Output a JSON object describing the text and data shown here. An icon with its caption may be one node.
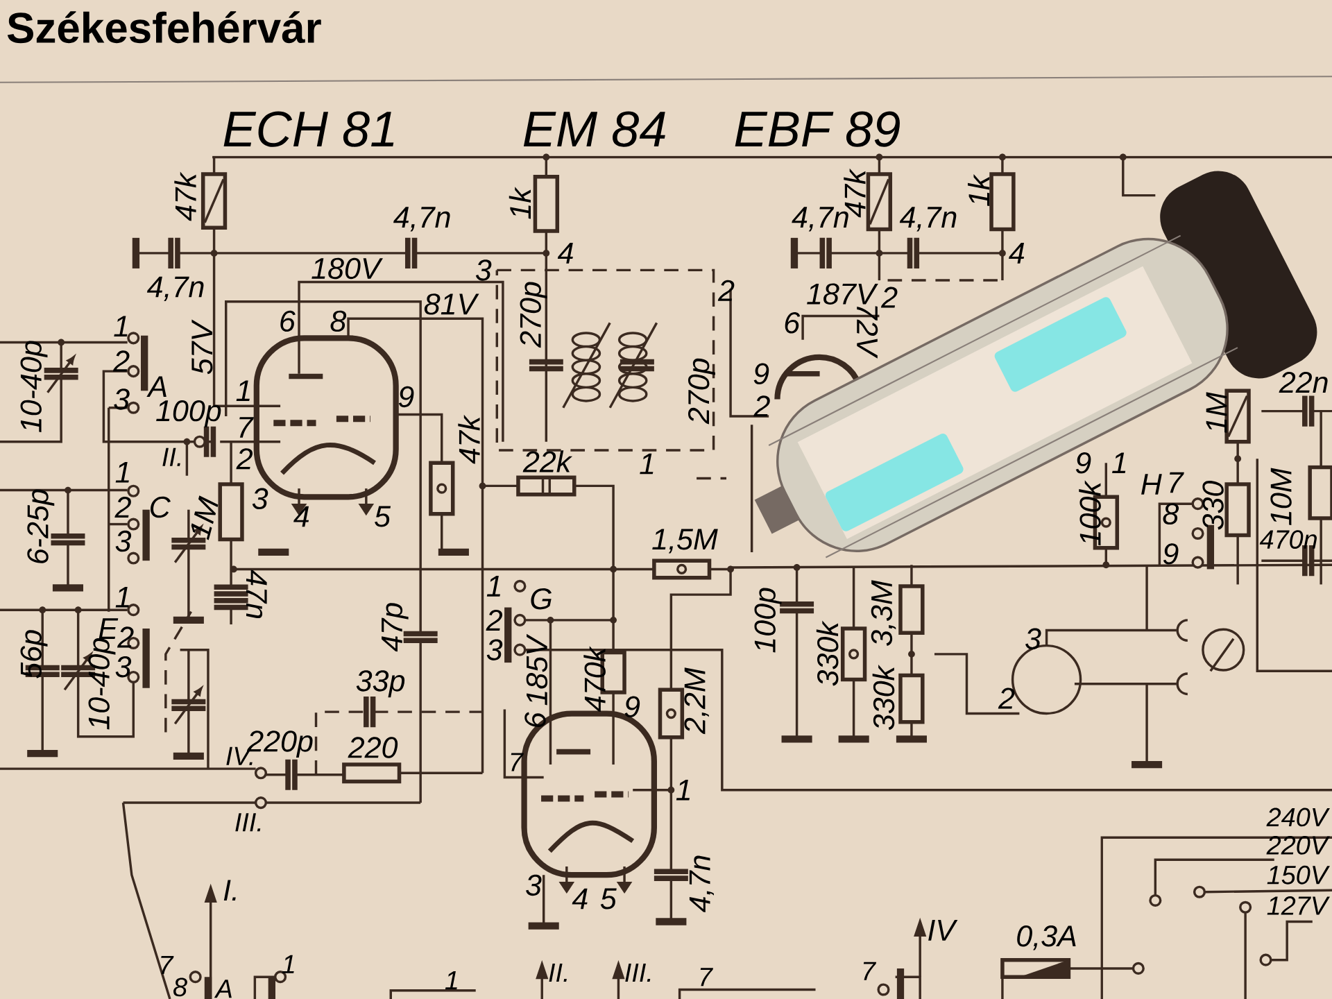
{
  "diagram": {
    "title": "Székesfehérvár",
    "labels": [
      "ECH 81",
      "EM 84",
      "EBF 89",
      "47k",
      "4,7n",
      "1k",
      "4,7n",
      "47k",
      "4,7n",
      "1k",
      "4,7n",
      "180V",
      "81V",
      "3",
      "270p",
      "4",
      "2",
      "187V",
      "2",
      "4",
      "10-40p",
      "1",
      "2",
      "57V",
      "6",
      "8",
      "9",
      "6",
      "72V",
      "3",
      "A",
      "100p",
      "1",
      "7",
      "9",
      "270p",
      "2",
      "1M",
      "22n",
      "6-25p",
      "1",
      "II.",
      "2",
      "47k",
      "22k",
      "1",
      "9",
      "1",
      "H",
      "7",
      "2",
      "3",
      "C",
      "1M",
      "3",
      "4",
      "5",
      "1,5M",
      "100k",
      "8",
      "9",
      "330",
      "10M",
      "470n",
      "56p",
      "10-40p",
      "E",
      "1",
      "2",
      "3",
      "47n",
      "33p",
      "47p",
      "1",
      "2",
      "3",
      "6",
      "185V",
      "G",
      "470k",
      "9",
      "2,2M",
      "100p",
      "330k",
      "3,3M",
      "330k",
      "2",
      "3",
      "IV.",
      "220p",
      "220",
      "7",
      "1",
      "III.",
      "240V",
      "220V",
      "I.",
      "3",
      "4",
      "5",
      "4,7n",
      "150V",
      "127V",
      "IV",
      "0,3A",
      "7",
      "8",
      "A",
      "1",
      "1",
      "II.",
      "III.",
      "7",
      "7"
    ]
  }
}
